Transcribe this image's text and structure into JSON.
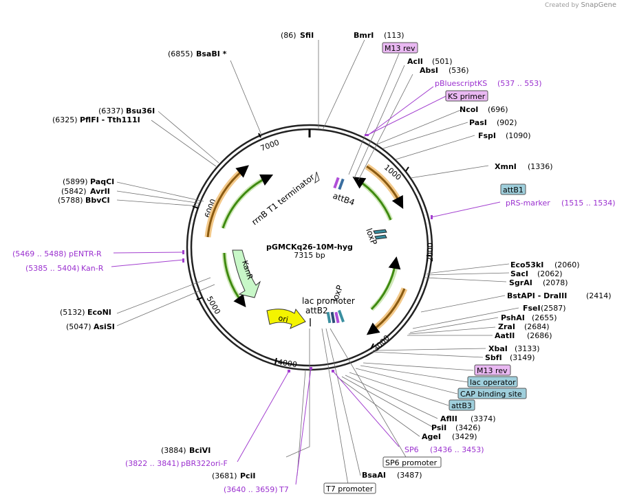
{
  "credit": {
    "prefix": "Created by",
    "brand": "SnapGene"
  },
  "plasmid": {
    "name": "pGMCKq26-10M-hyg",
    "length": "7315 bp"
  },
  "scale": {
    "ticks": [
      "1000",
      "2000",
      "3000",
      "4000",
      "5000",
      "6000",
      "7000"
    ]
  },
  "sites": [
    {
      "name": "SfiI",
      "pos": "(86)"
    },
    {
      "name": "BmrI",
      "pos": "(113)"
    },
    {
      "name": "AclI",
      "pos": "(501)"
    },
    {
      "name": "AbsI",
      "pos": "(536)"
    },
    {
      "name": "NcoI",
      "pos": "(696)"
    },
    {
      "name": "PasI",
      "pos": "(902)"
    },
    {
      "name": "FspI",
      "pos": "(1090)"
    },
    {
      "name": "XmnI",
      "pos": "(1336)"
    },
    {
      "name": "Eco53kI",
      "pos": "(2060)"
    },
    {
      "name": "SacI",
      "pos": "(2062)"
    },
    {
      "name": "SgrAI",
      "pos": "(2078)"
    },
    {
      "name": "BstAPI - DraIII",
      "pos": "(2414)"
    },
    {
      "name": "FseI",
      "pos": "(2587)"
    },
    {
      "name": "PshAI",
      "pos": "(2655)"
    },
    {
      "name": "ZraI",
      "pos": "(2684)"
    },
    {
      "name": "AatII",
      "pos": "(2686)"
    },
    {
      "name": "XbaI",
      "pos": "(3133)"
    },
    {
      "name": "SbfI",
      "pos": "(3149)"
    },
    {
      "name": "AflII",
      "pos": "(3374)"
    },
    {
      "name": "PsiI",
      "pos": "(3426)"
    },
    {
      "name": "AgeI",
      "pos": "(3429)"
    },
    {
      "name": "BsaAI",
      "pos": "(3487)"
    },
    {
      "name": "PciI",
      "pos": "(3681)"
    },
    {
      "name": "BciVI",
      "pos": "(3884)"
    },
    {
      "name": "AsiSI",
      "pos": "(5047)"
    },
    {
      "name": "EcoNI",
      "pos": "(5132)"
    },
    {
      "name": "BbvCI",
      "pos": "(5788)"
    },
    {
      "name": "AvrII",
      "pos": "(5842)"
    },
    {
      "name": "PaqCI",
      "pos": "(5899)"
    },
    {
      "name": "PflFI - Tth111I",
      "pos": "(6325)"
    },
    {
      "name": "Bsu36I",
      "pos": "(6337)"
    },
    {
      "name": "BsaBI *",
      "pos": "(6855)"
    }
  ],
  "primers": [
    {
      "name": "pBluescriptKS",
      "range": "(537 .. 553)"
    },
    {
      "name": "pRS-marker",
      "range": "(1515 .. 1534)"
    },
    {
      "name": "pENTR-R",
      "range": "(5469 .. 5488)"
    },
    {
      "name": "Kan-R",
      "range": "(5385 .. 5404)"
    },
    {
      "name": "SP6",
      "range": "(3436 .. 3453)"
    },
    {
      "name": "pBR322ori-F",
      "range": "(3822 .. 3841)"
    },
    {
      "name": "T7",
      "range": "(3640 .. 3659)"
    }
  ],
  "boxed": [
    {
      "label": "M13 rev"
    },
    {
      "label": "KS primer"
    },
    {
      "label": "attB1"
    },
    {
      "label": "M13 rev"
    },
    {
      "label": "lac operator"
    },
    {
      "label": "CAP binding site"
    },
    {
      "label": "attB3"
    },
    {
      "label": "SP6 promoter"
    },
    {
      "label": "T7 promoter"
    }
  ],
  "features": [
    {
      "label": "rrnB T1 terminator"
    },
    {
      "label": "attB4"
    },
    {
      "label": "loxP"
    },
    {
      "label": "KanR"
    },
    {
      "label": "ori"
    },
    {
      "label": "lac promoter"
    },
    {
      "label": "attB2"
    },
    {
      "label": "loxP"
    }
  ],
  "colors": {
    "enzyme": "#000000",
    "primer": "#9a2fcf",
    "primer_box": "#e9b8f2",
    "teal_box": "#9fcfdc",
    "gene": "#4e9a06",
    "orange": "#d98a1a",
    "kanr": "#c8f7c8",
    "ori": "#f4f400"
  }
}
